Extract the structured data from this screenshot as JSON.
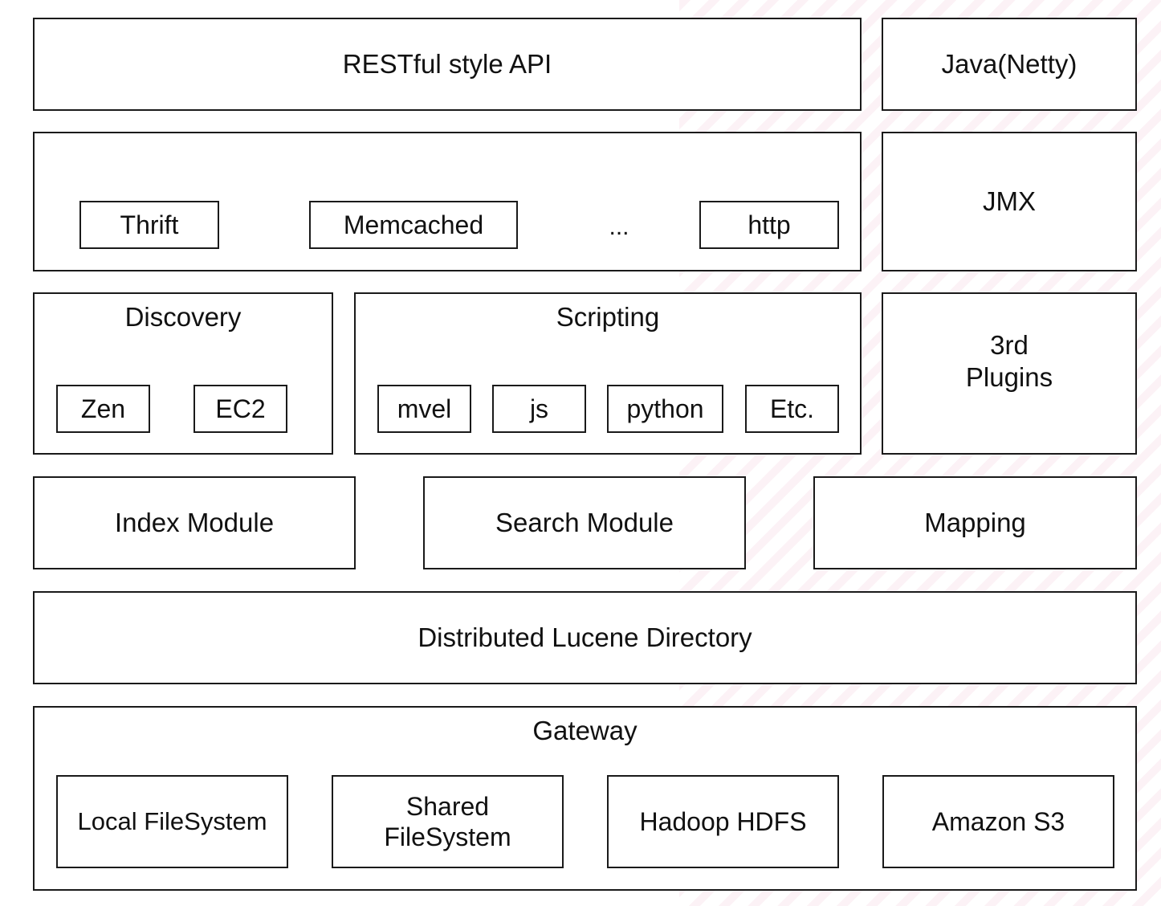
{
  "top_row": {
    "restful_api": "RESTful style API",
    "java_netty": "Java(Netty)"
  },
  "transport_row": {
    "items": [
      "Thrift",
      "Memcached",
      "...",
      "http"
    ],
    "jmx": "JMX"
  },
  "modules_row": {
    "discovery": {
      "title": "Discovery",
      "items": [
        "Zen",
        "EC2"
      ]
    },
    "scripting": {
      "title": "Scripting",
      "items": [
        "mvel",
        "js",
        "python",
        "Etc."
      ]
    },
    "plugins": "3rd\nPlugins"
  },
  "core_row": {
    "index_module": "Index Module",
    "search_module": "Search Module",
    "mapping": "Mapping"
  },
  "lucene": "Distributed Lucene Directory",
  "gateway": {
    "title": "Gateway",
    "items": [
      "Local FileSystem",
      "Shared\nFileSystem",
      "Hadoop HDFS",
      "Amazon S3"
    ]
  }
}
